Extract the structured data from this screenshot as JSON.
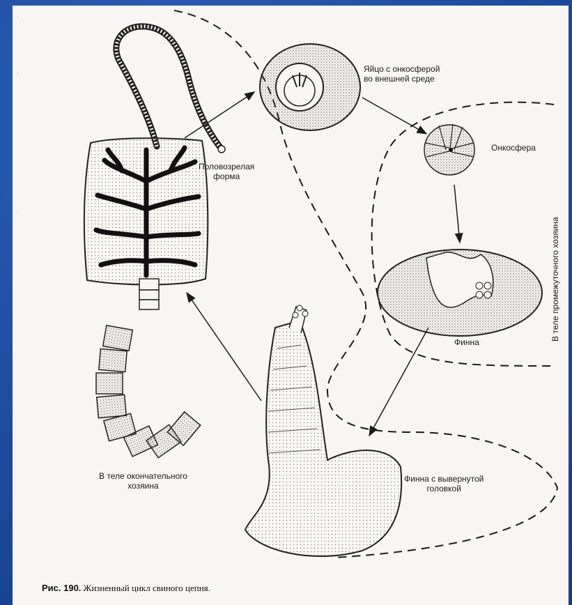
{
  "labels": {
    "egg": "Яйцо с онкосферой\nво внешней среде",
    "mature": "Половозрелая\nформа",
    "oncosphere": "Онкосфера",
    "finna": "Финна",
    "finna_everted": "Финна с вывернутой\nголовкой",
    "definitive_host": "В теле окончательного\nхозяина",
    "intermediate_host": "В теле промежуточного хозяина"
  },
  "caption": {
    "prefix": "Рис. 190.",
    "text": " Жизненный цикл свиного цепня."
  },
  "colors": {
    "background": "#1f4fa3",
    "paper": "#f7f6f2",
    "ink": "#1a1a1a"
  }
}
